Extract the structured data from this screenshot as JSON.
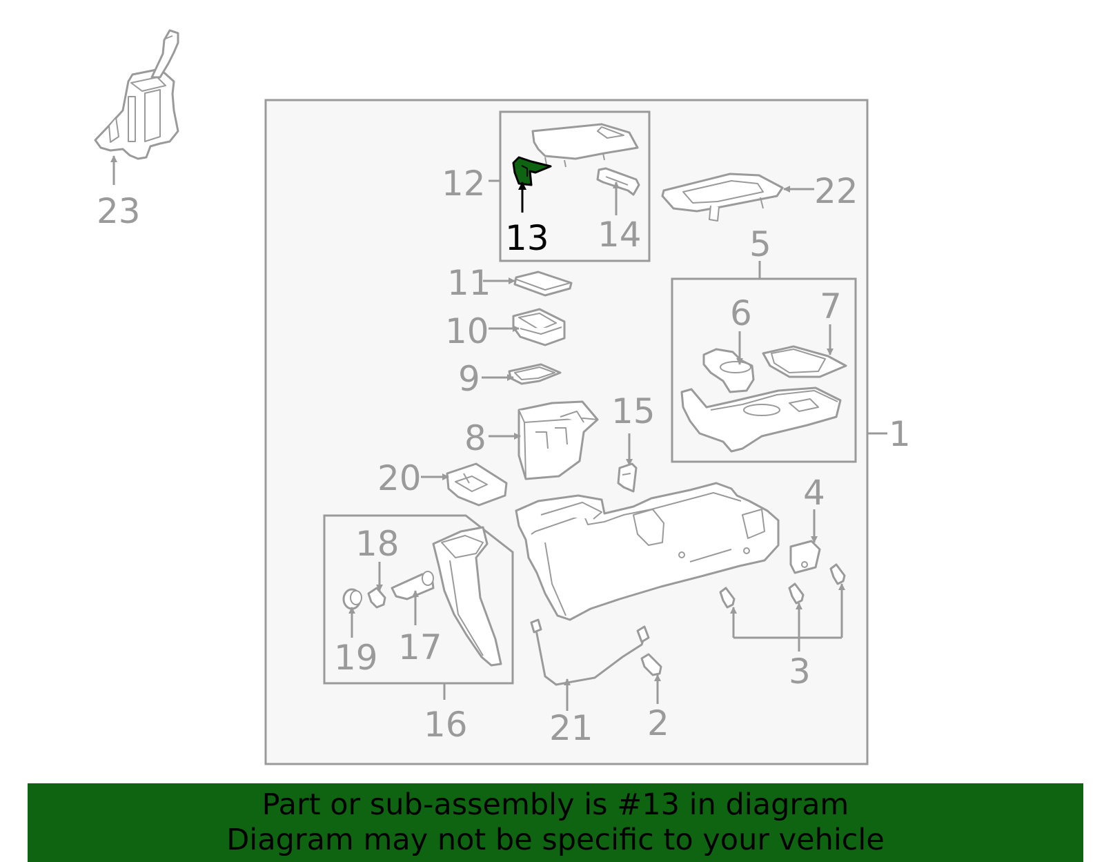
{
  "diagram": {
    "highlight_part": "13",
    "highlight_color": "#0e6410",
    "line_color": "#9a9a9a",
    "panel_color": "#f7f7f7",
    "callouts": {
      "p1": "1",
      "p2": "2",
      "p3": "3",
      "p4": "4",
      "p5": "5",
      "p6": "6",
      "p7": "7",
      "p8": "8",
      "p9": "9",
      "p10": "10",
      "p11": "11",
      "p12": "12",
      "p13": "13",
      "p14": "14",
      "p15": "15",
      "p16": "16",
      "p17": "17",
      "p18": "18",
      "p19": "19",
      "p20": "20",
      "p21": "21",
      "p22": "22",
      "p23": "23"
    }
  },
  "banner": {
    "line1": "Part or sub-assembly is #13 in diagram",
    "line2": "Diagram may not be specific to your vehicle",
    "background": "#0e6410"
  }
}
